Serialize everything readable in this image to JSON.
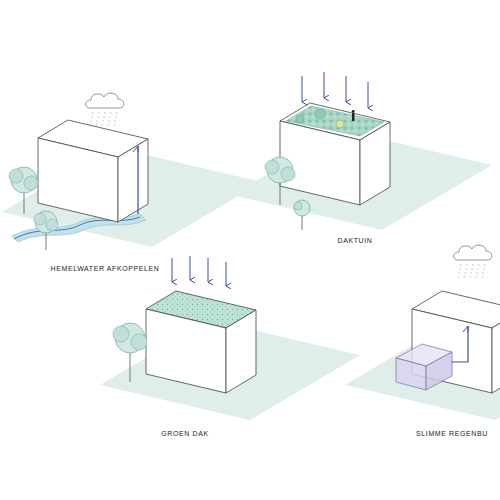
{
  "diagram": {
    "labels": [
      "HEMELWATER AFKOPPELEN",
      "DAKTUIN",
      "GROEN DAK",
      "SLIMME REGENBU"
    ]
  }
}
